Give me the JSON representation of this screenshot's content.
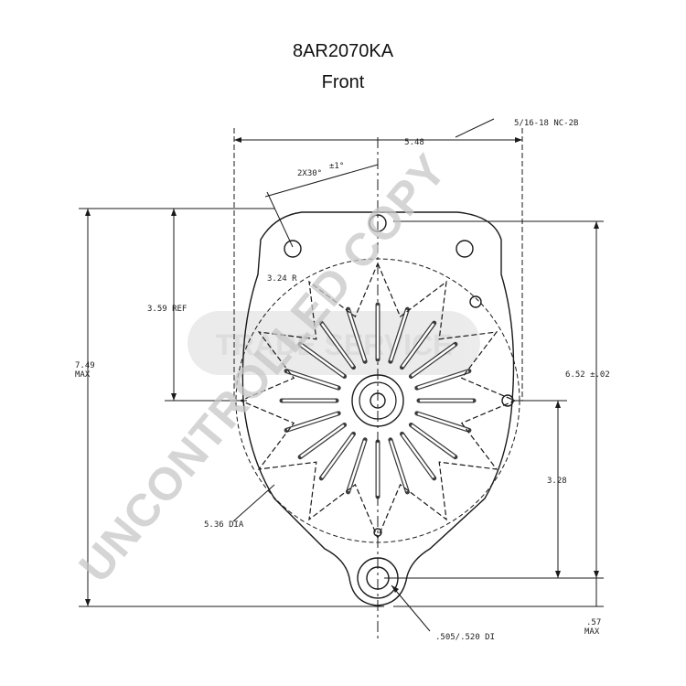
{
  "header": {
    "part_number": "8AR2070KA",
    "view": "Front"
  },
  "dimensions": {
    "thread": "5/16-18 NC-2B",
    "overall_width": "5.48",
    "angle": "2X30°",
    "angle_tol": "±1°",
    "radius": "3.24 R",
    "ref_height": "3.59 REF",
    "max_height_value": "7.49",
    "max_height_unit": "MAX",
    "mount_height": "6.52 ±.02",
    "lower_height": "3.28",
    "diameter": "5.36 DIA",
    "hole": ".505/.520 DI",
    "bottom_max_value": ".57",
    "bottom_max_unit": "MAX"
  },
  "watermark": {
    "main": "UNCONTROLLED COPY",
    "logo": "TRADE SERVICE"
  },
  "colors": {
    "line": "#1a1a1a",
    "watermark": "#c8c8c8"
  }
}
